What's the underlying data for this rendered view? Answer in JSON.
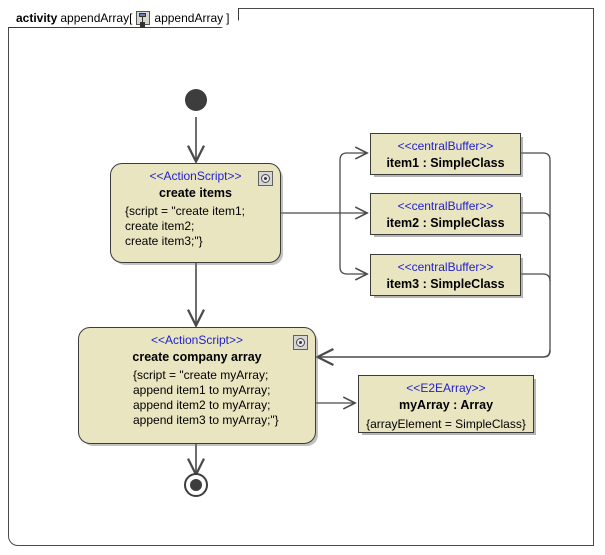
{
  "frame": {
    "keyword": "activity",
    "name": "appendArray[",
    "icon": "activity-diagram-icon",
    "behavior": "appendArray",
    "close_bracket": "]"
  },
  "nodes": {
    "initial": {
      "name": "initial-node"
    },
    "final": {
      "name": "activity-final-node"
    },
    "action_create_items": {
      "stereotype": "<<ActionScript>>",
      "title": "create items",
      "script_lines": [
        "{script = \"create item1;",
        "create item2;",
        "create item3;\"}"
      ],
      "gear": "behavior-gear-icon"
    },
    "action_create_company_array": {
      "stereotype": "<<ActionScript>>",
      "title": "create company array",
      "script_lines": [
        "{script = \"create myArray;",
        "append item1 to myArray;",
        "append item2 to myArray;",
        "append item3 to myArray;\"}"
      ],
      "gear": "behavior-gear-icon"
    },
    "buffers": [
      {
        "stereotype": "<<centralBuffer>>",
        "title": "item1 : SimpleClass"
      },
      {
        "stereotype": "<<centralBuffer>>",
        "title": "item2 : SimpleClass"
      },
      {
        "stereotype": "<<centralBuffer>>",
        "title": "item3 : SimpleClass"
      }
    ],
    "array_node": {
      "stereotype": "<<E2EArray>>",
      "title": "myArray : Array",
      "constraint": "{arrayElement = SimpleClass}"
    }
  },
  "colors": {
    "node_fill": "#e9e5c1",
    "node_border": "#3c3c3c",
    "stereotype_text": "#2222cc",
    "edge": "#4a4a4a",
    "control_node": "#3d3d3d"
  }
}
